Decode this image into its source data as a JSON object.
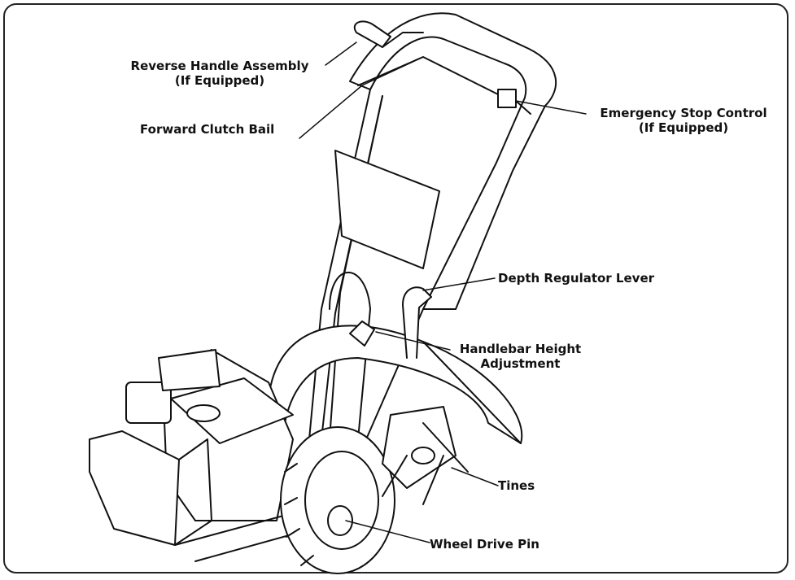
{
  "labels": {
    "reverse_handle": "Reverse Handle Assembly",
    "reverse_handle_note": "(If Equipped)",
    "forward_clutch": "Forward Clutch Bail",
    "emergency_stop": "Emergency Stop Control",
    "emergency_stop_note": "(If Equipped)",
    "depth_regulator": "Depth Regulator Lever",
    "handlebar_height": "Handlebar Height",
    "handlebar_height_2": "Adjustment",
    "tines": "Tines",
    "wheel_drive_pin": "Wheel Drive Pin"
  },
  "colors": {
    "line": "#111111",
    "fill": "#ffffff"
  }
}
